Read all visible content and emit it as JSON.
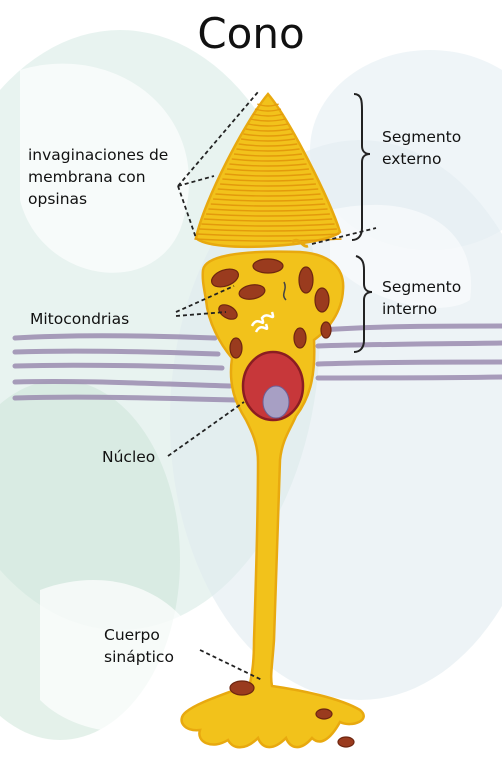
{
  "title": "Cono",
  "labels": {
    "invaginaciones": "invaginaciones de\nmembrana con\nopsinas",
    "mitocondrias": "Mitocondrias",
    "nucleo": "Núcleo",
    "cuerpo": "Cuerpo\nsináptico",
    "seg_externo": "Segmento\nexterno",
    "seg_interno": "Segmento\ninterno"
  },
  "colors": {
    "cell": "#f2c21b",
    "cell_stroke": "#e8a90f",
    "mito": "#9a3b1e",
    "nucleus": "#c7373a",
    "nucleolus": "#a79fc4",
    "fiber": "#9b8cb0",
    "bg_tint": "#d8ebe6"
  }
}
